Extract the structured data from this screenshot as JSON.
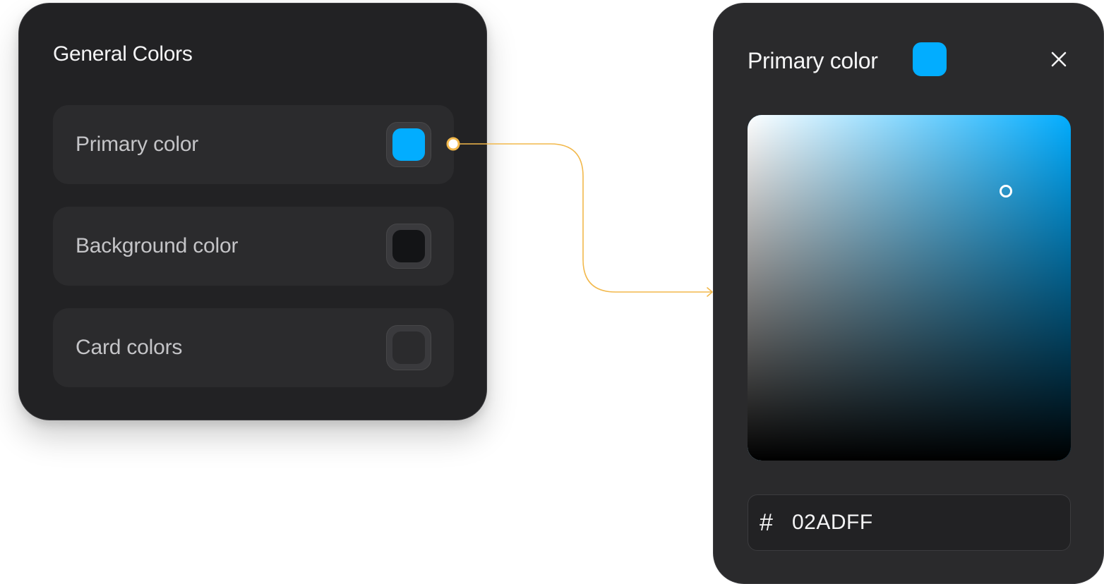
{
  "general_colors": {
    "title": "General Colors",
    "rows": [
      {
        "label": "Primary color",
        "swatch_color": "#02ADFF",
        "connected": true
      },
      {
        "label": "Background color",
        "swatch_color": "#131416"
      },
      {
        "label": "Card colors",
        "swatch_color": "#2B2B2D"
      }
    ]
  },
  "color_picker": {
    "title": "Primary color",
    "current_color": "#02ADFF",
    "hue_color": "#02ADFF",
    "saturation": 0.8,
    "brightness": 0.78,
    "hex_prefix": "#",
    "hex_value": "02ADFF",
    "close_icon": "close-icon"
  },
  "connector": {
    "color": "#F2B84B"
  }
}
